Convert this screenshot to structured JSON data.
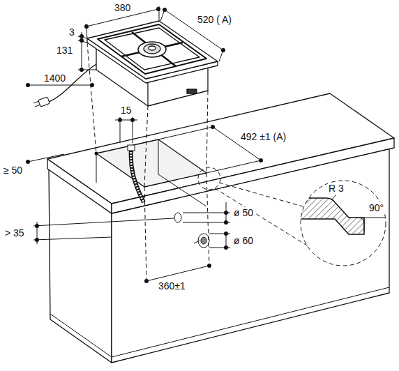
{
  "diagram": {
    "labels": [
      "380",
      "520 ( A)",
      "3",
      "131",
      "1400",
      "15",
      "492 ±1 (A)",
      "≥ 50",
      "ø 50",
      "> 35",
      "ø 60",
      "360±1",
      "R 3",
      "90°"
    ]
  }
}
